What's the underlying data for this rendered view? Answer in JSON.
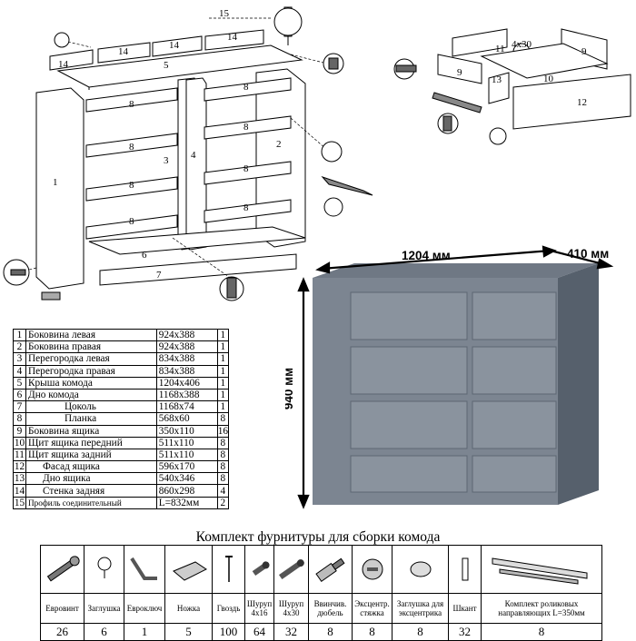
{
  "dimensions": {
    "width": "1204 мм",
    "depth": "410 мм",
    "height": "940 мм"
  },
  "diagram_labels": {
    "main": [
      "15",
      "14",
      "14",
      "14",
      "14",
      "5",
      "8",
      "8",
      "8",
      "8",
      "8",
      "8",
      "8",
      "8",
      "1",
      "3",
      "4",
      "2",
      "6",
      "7"
    ],
    "drawer": [
      "11",
      "4x30",
      "9",
      "9",
      "10",
      "13",
      "12"
    ]
  },
  "parts": [
    {
      "n": "1",
      "name": "Боковина левая",
      "size": "924x388",
      "qty": "1"
    },
    {
      "n": "2",
      "name": "Боковина правая",
      "size": "924x388",
      "qty": "1"
    },
    {
      "n": "3",
      "name": "Перегородка левая",
      "size": "834x388",
      "qty": "1"
    },
    {
      "n": "4",
      "name": "Перегородка правая",
      "size": "834x388",
      "qty": "1"
    },
    {
      "n": "5",
      "name": "Крыша комода",
      "size": "1204x406",
      "qty": "1"
    },
    {
      "n": "6",
      "name": "Дно комода",
      "size": "1168x388",
      "qty": "1"
    },
    {
      "n": "7",
      "name": "Цоколь",
      "size": "1168x74",
      "qty": "1"
    },
    {
      "n": "8",
      "name": "Планка",
      "size": "568x60",
      "qty": "8"
    },
    {
      "n": "9",
      "name": "Боковина ящика",
      "size": "350x110",
      "qty": "16"
    },
    {
      "n": "10",
      "name": "Щит ящика передний",
      "size": "511x110",
      "qty": "8"
    },
    {
      "n": "11",
      "name": "Щит ящика задний",
      "size": "511x110",
      "qty": "8"
    },
    {
      "n": "12",
      "name": "Фасад ящика",
      "size": "596x170",
      "qty": "8"
    },
    {
      "n": "13",
      "name": "Дно ящика",
      "size": "540x346",
      "qty": "8"
    },
    {
      "n": "14",
      "name": "Стенка задняя",
      "size": "860x298",
      "qty": "4"
    },
    {
      "n": "15",
      "name": "Профиль соединительный",
      "size": "L=832мм",
      "qty": "2"
    }
  ],
  "kit": {
    "title": "Комплект фурнитуры для сборки комода",
    "items": [
      {
        "icon": "euro-screw-icon",
        "name": "Евровинт",
        "qty": "26"
      },
      {
        "icon": "cap-icon",
        "name": "Заглушка",
        "qty": "6"
      },
      {
        "icon": "euro-key-icon",
        "name": "Евроключ",
        "qty": "1"
      },
      {
        "icon": "foot-icon",
        "name": "Ножка",
        "qty": "5"
      },
      {
        "icon": "nail-icon",
        "name": "Гвоздь",
        "qty": "100"
      },
      {
        "icon": "screw-4x16-icon",
        "name": "Шуруп 4х16",
        "qty": "64"
      },
      {
        "icon": "screw-4x30-icon",
        "name": "Шуруп 4х30",
        "qty": "32"
      },
      {
        "icon": "dowel-icon",
        "name": "Ввинчив. дюбель",
        "qty": "8"
      },
      {
        "icon": "eccentric-icon",
        "name": "Эксцентр. стяжка",
        "qty": "8"
      },
      {
        "icon": "eccentric-cap-icon",
        "name": "Заглушка для эксцентрика",
        "qty": "8"
      },
      {
        "icon": "pin-icon",
        "name": "Шкант",
        "qty": "32"
      },
      {
        "icon": "roller-guides-icon",
        "name": "Комплект роликовых направляющих L=350мм",
        "qty": "8"
      }
    ]
  }
}
